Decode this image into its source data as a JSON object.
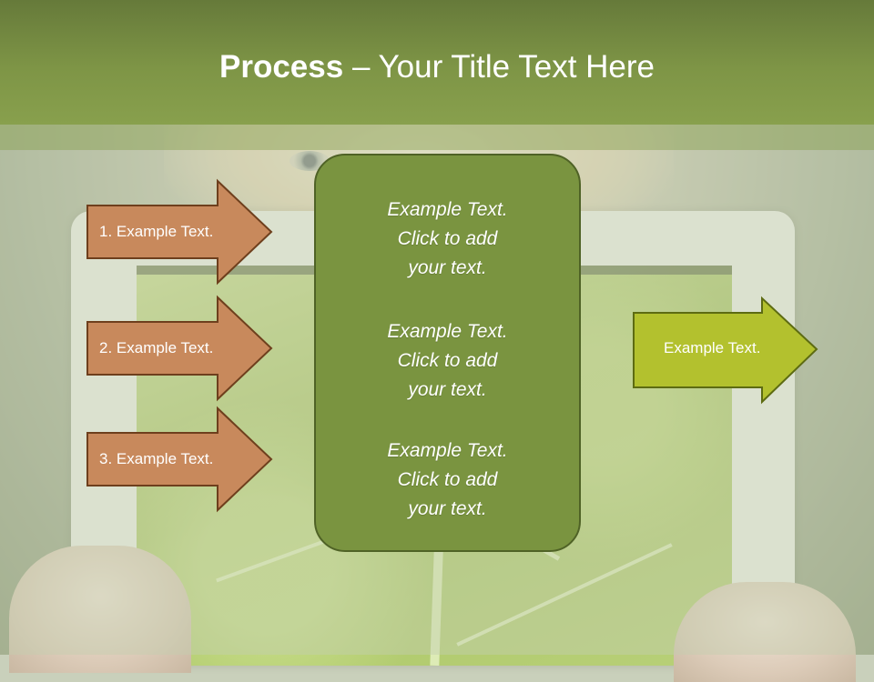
{
  "title": {
    "bold": "Process",
    "rest": " – Your Title Text Here"
  },
  "left_arrows": [
    {
      "label": "1. Example Text."
    },
    {
      "label": "2. Example Text."
    },
    {
      "label": "3. Example Text."
    }
  ],
  "center_blocks": [
    {
      "line1": "Example Text.",
      "line2": "Click  to add",
      "line3": "your text."
    },
    {
      "line1": "Example Text.",
      "line2": "Click  to add",
      "line3": "your text."
    },
    {
      "line1": "Example Text.",
      "line2": "Click  to add",
      "line3": "your text."
    }
  ],
  "right_arrow": {
    "label": "Example Text."
  },
  "colors": {
    "title_band": "#7e9546",
    "left_arrow_fill": "#c8895c",
    "left_arrow_stroke": "#6e3f1d",
    "center_fill": "#7a9440",
    "right_arrow_fill": "#b3c12e",
    "right_arrow_stroke": "#5d6b12"
  }
}
